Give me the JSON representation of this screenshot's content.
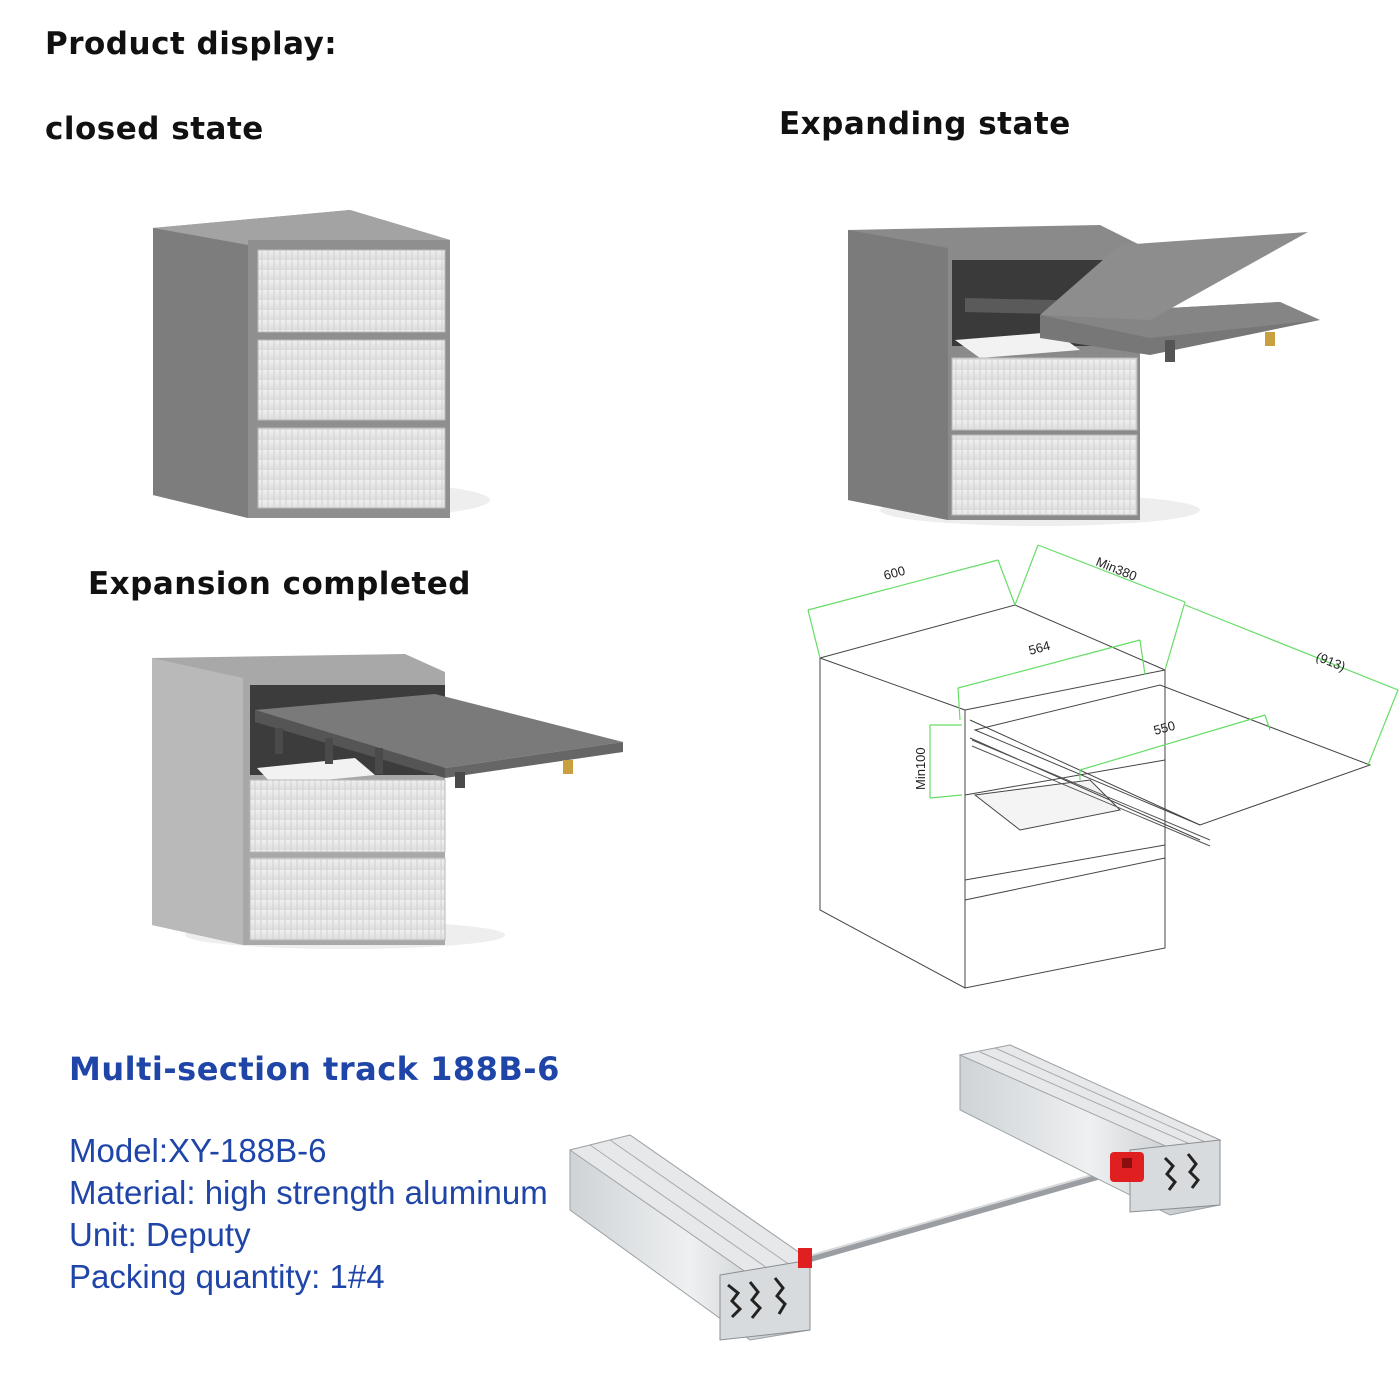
{
  "headings": {
    "product_display": "Product display:",
    "closed_state": "closed state",
    "expanding_state": "Expanding state",
    "expansion_completed": "Expansion completed"
  },
  "dimensions": {
    "d600": "600",
    "min380": "Min380",
    "d564": "564",
    "d913": "(913)",
    "d550": "550",
    "min100": "Min100"
  },
  "product": {
    "title": "Multi-section track 188B-6",
    "model": "Model:XY-188B-6",
    "material": "Material: high strength aluminum",
    "unit": "Unit: Deputy",
    "packing": "Packing quantity: 1#4"
  },
  "colors": {
    "cabinet": "#8a8a8a",
    "drawer_front": "#e4e4e4",
    "dimension_line": "#66dd66",
    "heading_blue": "#1f45a8",
    "stop_red": "#e02020"
  }
}
